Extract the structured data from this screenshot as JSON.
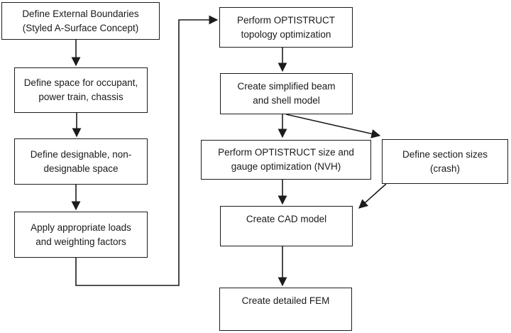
{
  "diagram": {
    "type": "flowchart",
    "background_color": "#ffffff",
    "line_color": "#1c1c1c",
    "nodes": [
      {
        "id": "define-external-boundaries",
        "lines": [
          "Define External Boundaries",
          "(Styled A-Surface Concept)"
        ]
      },
      {
        "id": "define-space",
        "lines": [
          "Define space for occupant,",
          "power train, chassis"
        ]
      },
      {
        "id": "define-designable",
        "lines": [
          "Define designable, non-",
          "designable space"
        ]
      },
      {
        "id": "apply-loads",
        "lines": [
          "Apply appropriate loads",
          "and weighting factors"
        ]
      },
      {
        "id": "topology-optimization",
        "lines": [
          "Perform OPTISTRUCT",
          "topology optimization"
        ]
      },
      {
        "id": "beam-shell-model",
        "lines": [
          "Create simplified beam",
          "and shell model"
        ]
      },
      {
        "id": "size-gauge-optimization",
        "lines": [
          "Perform OPTISTRUCT size and",
          "gauge optimization (NVH)"
        ]
      },
      {
        "id": "section-sizes",
        "lines": [
          "Define section sizes",
          "(crash)"
        ]
      },
      {
        "id": "cad-model",
        "lines": [
          "Create CAD model"
        ]
      },
      {
        "id": "detailed-fem",
        "lines": [
          "Create detailed FEM"
        ]
      }
    ],
    "edges": [
      {
        "from": "define-external-boundaries",
        "to": "define-space"
      },
      {
        "from": "define-space",
        "to": "define-designable"
      },
      {
        "from": "define-designable",
        "to": "apply-loads"
      },
      {
        "from": "apply-loads",
        "to": "topology-optimization"
      },
      {
        "from": "topology-optimization",
        "to": "beam-shell-model"
      },
      {
        "from": "beam-shell-model",
        "to": "size-gauge-optimization"
      },
      {
        "from": "beam-shell-model",
        "to": "section-sizes"
      },
      {
        "from": "section-sizes",
        "to": "cad-model"
      },
      {
        "from": "size-gauge-optimization",
        "to": "cad-model"
      },
      {
        "from": "cad-model",
        "to": "detailed-fem"
      }
    ]
  }
}
